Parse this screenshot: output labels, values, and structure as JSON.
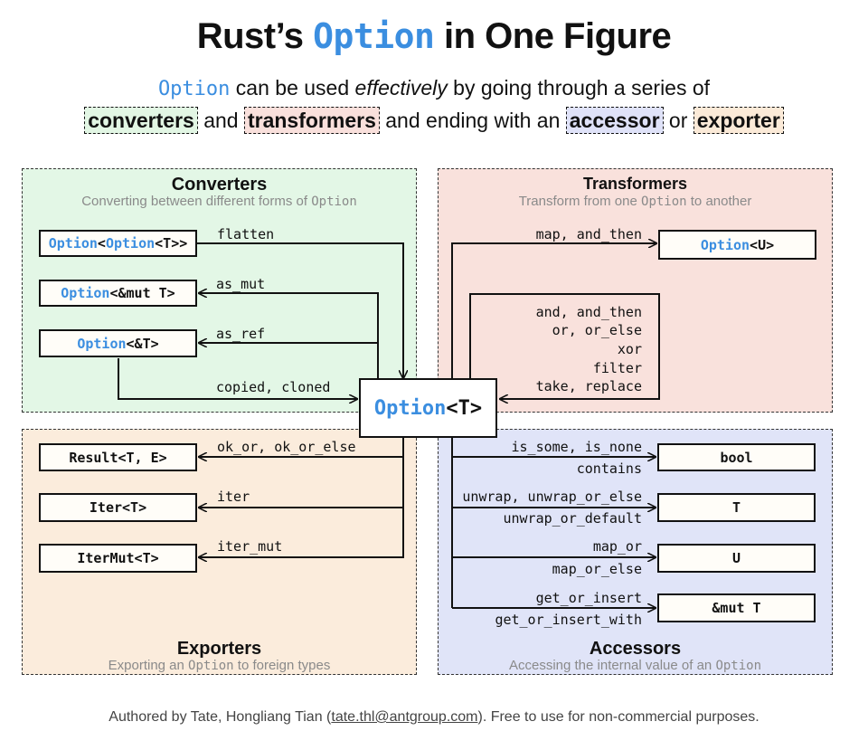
{
  "title": {
    "pre": "Rust’s ",
    "code": "Option",
    "post": " in One Figure"
  },
  "subtitle": {
    "code": "Option",
    "part1": " can be used ",
    "emph": "effectively",
    "part2": " by going through a series of",
    "converters": "converters",
    "and1": " and ",
    "transformers": "transformers",
    "and2": " and ending with an ",
    "accessor": "accessor",
    "or": " or ",
    "exporter": "exporter"
  },
  "center": {
    "opt": "Option",
    "rest": "<T>"
  },
  "converters": {
    "title": "Converters",
    "subtitle_pre": "Converting between different forms of ",
    "subtitle_code": "Option",
    "boxes": [
      {
        "opt1": "Option",
        "mid": "<",
        "opt2": "Option",
        "rest": "<T>>"
      },
      {
        "opt": "Option",
        "rest": "<&mut T>"
      },
      {
        "opt": "Option",
        "rest": "<&T>"
      }
    ],
    "labels": [
      "flatten",
      "as_mut",
      "as_ref",
      "copied, cloned"
    ]
  },
  "transformers": {
    "title": "Transformers",
    "subtitle_pre": "Transform from one ",
    "subtitle_code": "Option",
    "subtitle_post": " to another",
    "box": {
      "opt": "Option",
      "rest": "<U>"
    },
    "label_top": "map, and_then",
    "labels": [
      "and, and_then",
      "or, or_else",
      "xor",
      "filter",
      "take, replace"
    ]
  },
  "exporters": {
    "title": "Exporters",
    "subtitle_pre": "Exporting an ",
    "subtitle_code": "Option",
    "subtitle_post": " to foreign types",
    "boxes": [
      "Result<T, E>",
      "Iter<T>",
      "IterMut<T>"
    ],
    "labels": [
      "ok_or, ok_or_else",
      "iter",
      "iter_mut"
    ]
  },
  "accessors": {
    "title": "Accessors",
    "subtitle_pre": "Accessing the internal value of an ",
    "subtitle_code": "Option",
    "boxes": [
      "bool",
      "T",
      "U",
      "&mut T"
    ],
    "labels": [
      [
        "is_some, is_none",
        "contains"
      ],
      [
        "unwrap, unwrap_or_else",
        "unwrap_or_default"
      ],
      [
        "map_or",
        "map_or_else"
      ],
      [
        "get_or_insert",
        "get_or_insert_with"
      ]
    ]
  },
  "footer": {
    "pre": "Authored by Tate, Hongliang Tian (",
    "email": "tate.thl@antgroup.com",
    "post": "). Free to use for non-commercial purposes."
  },
  "colors": {
    "option_blue": "#3b8ee0",
    "converters_bg": "#e3f7e6",
    "transformers_bg": "#f9e1dc",
    "exporters_bg": "#fbecdc",
    "accessors_bg": "#e0e4f8"
  }
}
